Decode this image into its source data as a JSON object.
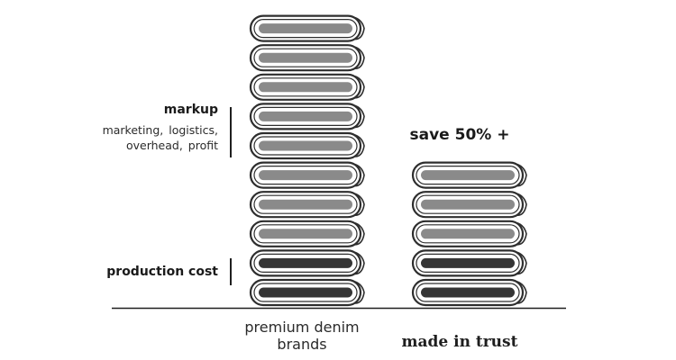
{
  "stacks": {
    "premium": {
      "total_items": 10,
      "production_items": 2
    },
    "trust": {
      "total_items": 5,
      "production_items": 2
    }
  },
  "labels": {
    "markup_title": "markup",
    "markup_desc": "marketing, logistics, overhead, profit",
    "production_title": "production cost",
    "savings": "save 50% +",
    "premium_caption": "premium denim brands",
    "trust_caption": "made in trust"
  },
  "colors": {
    "markup_fill": "#8a8a8a",
    "production_fill": "#353535",
    "outline": "#2e2e2e",
    "baseline": "#1f1f1f"
  }
}
